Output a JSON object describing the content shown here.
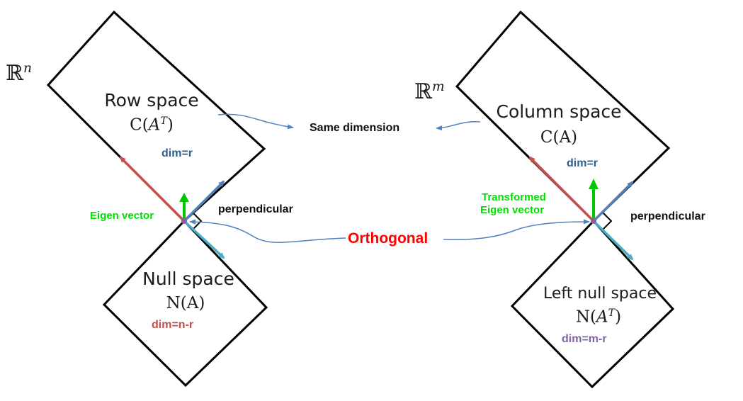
{
  "colors": {
    "outline": "#000000",
    "row_dim": "#2e5d8e",
    "null_dim": "#c0504d",
    "col_dim": "#2e5d8e",
    "leftnull_dim": "#8064a2",
    "red_vector": "#c0504d",
    "blue_vector": "#4f81bd",
    "teal_vector": "#4bacc6",
    "green_vector": "#00c800",
    "connector": "#4f81bd",
    "orthogonal": "#ff0000",
    "eigen_text": "#00e000"
  },
  "left": {
    "space_symbol": "ℝ",
    "space_exponent": "n",
    "row_space": {
      "name": "Row space",
      "symbol": "C(",
      "exponent": "T",
      "symbol_base": "A",
      "symbol_close": ")",
      "dim": "dim=r"
    },
    "null_space": {
      "name": "Null space",
      "symbol": "N(A)",
      "dim": "dim=n-r"
    },
    "eigen_label": "Eigen vector",
    "perpendicular": "perpendicular"
  },
  "right": {
    "space_symbol": "ℝ",
    "space_exponent": "m",
    "column_space": {
      "name": "Column space",
      "symbol": "C(A)",
      "dim": "dim=r"
    },
    "left_null_space": {
      "name": "Left null space",
      "symbol": "N(",
      "symbol_base": "A",
      "exponent": "T",
      "symbol_close": ")",
      "dim": "dim=m-r"
    },
    "eigen_label_line1": "Transformed",
    "eigen_label_line2": "Eigen vector",
    "perpendicular": "perpendicular"
  },
  "center": {
    "same_dimension": "Same dimension",
    "orthogonal": "Orthogonal"
  }
}
